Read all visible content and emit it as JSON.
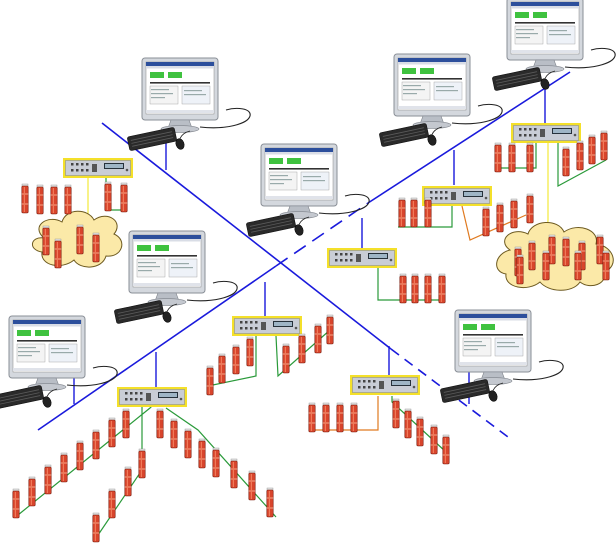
{
  "colors": {
    "network": "#1a1adc",
    "drop_green": "#2a9a3a",
    "drop_orange": "#e07a20",
    "drop_yellow": "#f2e83a",
    "controller_body": "#c9cdd6",
    "controller_border": "#f4e02a",
    "sensor": "#d8452c",
    "cloud_fill": "#fbe9a8",
    "cloud_stroke": "#6d5a20",
    "monitor_bezel": "#d4d8de",
    "screen_bg": "#ffffff",
    "screen_header": "#2c4f9c",
    "screen_accent_green": "#3fc23f",
    "keyboard": "#2a2a2a"
  },
  "topology": {
    "trunks": [
      {
        "name": "trunk-a",
        "from": "upper-left",
        "to": "lower-right",
        "style": "solid-then-dashed"
      },
      {
        "name": "trunk-b",
        "from": "lower-left",
        "to": "upper-right",
        "style": "solid-then-dashed"
      }
    ],
    "workstations": 7,
    "controllers": 7,
    "wireless_clusters": 2
  }
}
